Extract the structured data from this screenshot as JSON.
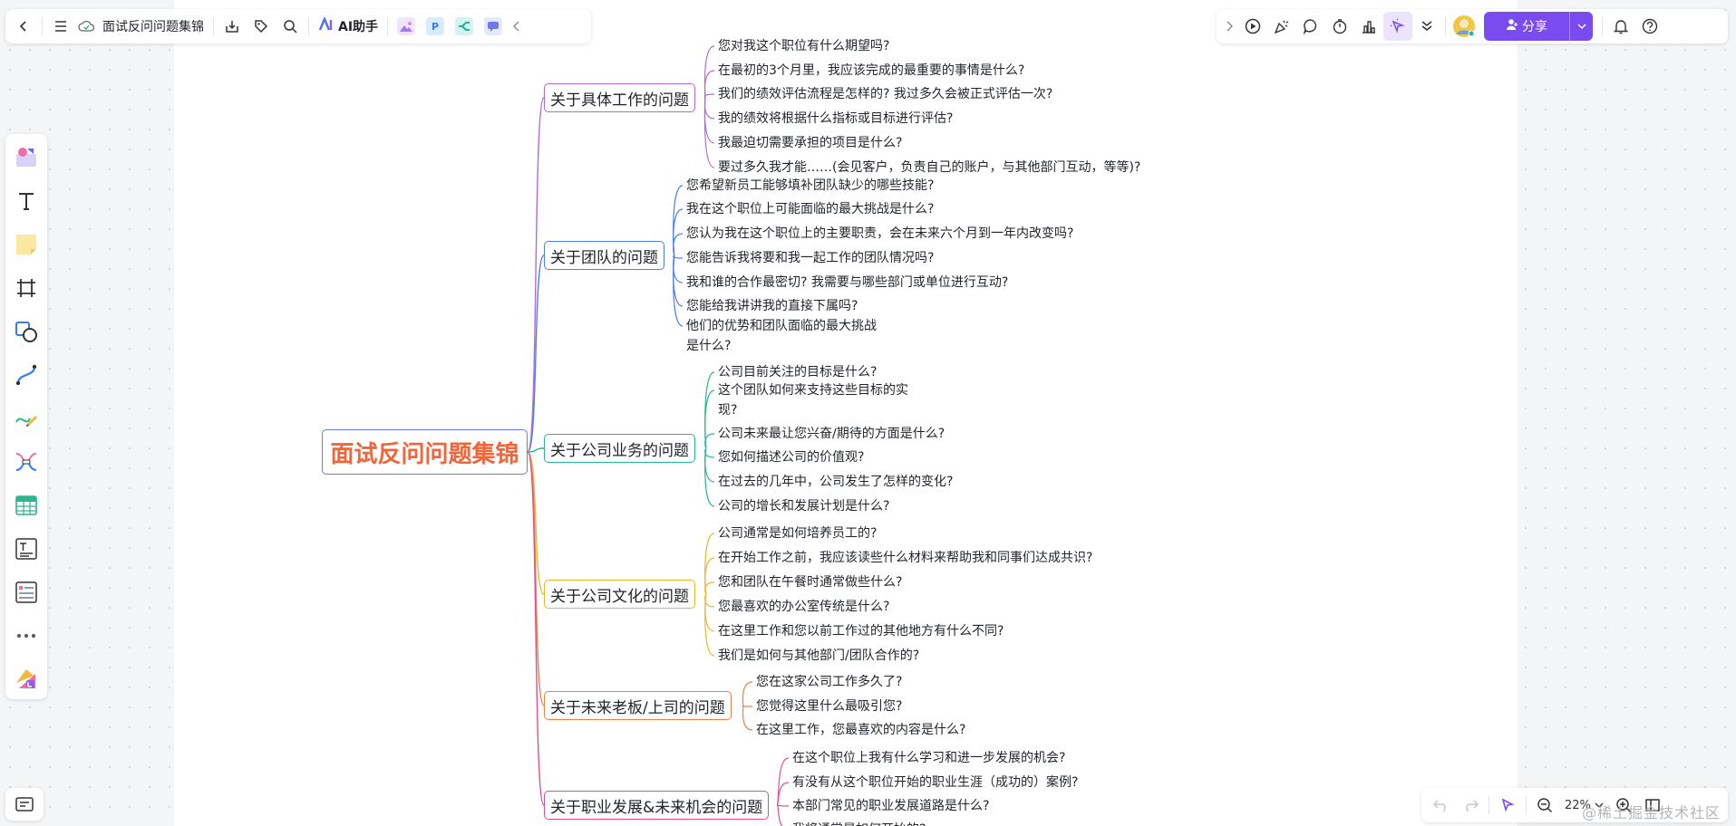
{
  "header": {
    "back_icon": "arrow-left-icon",
    "menu_icon": "hamburger-icon",
    "cloud_icon": "cloud-check-icon",
    "doc_title": "面试反问问题集锦",
    "ai_label": "AI助手",
    "ai_icon": "ai-sparkle-icon",
    "plugin_p": "P"
  },
  "right_toolbar": {
    "share_label": "分享",
    "share_icon": "person-add-icon",
    "accent": "#7a4cf0"
  },
  "zoom": {
    "value": "22%"
  },
  "watermark": "@稀土掘金技术社区",
  "mindmap": {
    "root": "面试反问问题集锦",
    "root_color": "#f0663a",
    "topics": [
      {
        "title": "关于具体工作的问题",
        "color": "#b36ad8",
        "items": [
          "您对我这个职位有什么期望吗?",
          "在最初的3个月里，我应该完成的最重要的事情是什么?",
          "我们的绩效评估流程是怎样的?  我过多久会被正式评估一次?",
          "我的绩效将根据什么指标或目标进行评估?",
          "我最迫切需要承担的项目是什么?",
          "要过多久我才能……(会见客户，负责自己的账户，与其他部门互动，等等)?"
        ]
      },
      {
        "title": "关于团队的问题",
        "color": "#4f7ee8",
        "items": [
          "您希望新员工能够填补团队缺少的哪些技能?",
          "我在这个职位上可能面临的最大挑战是什么?",
          "您认为我在这个职位上的主要职责，会在未来六个月到一年内改变吗?",
          "您能告诉我将要和我一起工作的团队情况吗?",
          "我和谁的合作最密切?  我需要与哪些部门或单位进行互动?",
          "您能给我讲讲我的直接下属吗?",
          "他们的优势和团队面临的最大挑战是什么?"
        ]
      },
      {
        "title": "关于公司业务的问题",
        "color": "#2ab68f",
        "items": [
          "公司目前关注的目标是什么?",
          "这个团队如何来支持这些目标的实现?",
          "公司未来最让您兴奋/期待的方面是什么?",
          "您如何描述公司的价值观?",
          "在过去的几年中，公司发生了怎样的变化?",
          "公司的增长和发展计划是什么?"
        ]
      },
      {
        "title": "关于公司文化的问题",
        "color": "#e8b92f",
        "items": [
          "公司通常是如何培养员工的?",
          "在开始工作之前，我应该读些什么材料来帮助我和同事们达成共识?",
          "您和团队在午餐时通常做些什么?",
          "您最喜欢的办公室传统是什么?",
          "在这里工作和您以前工作过的其他地方有什么不同?",
          "我们是如何与其他部门/团队合作的?"
        ]
      },
      {
        "title": "关于未来老板/上司的问题",
        "color": "#e8824a",
        "items": [
          "您在这家公司工作多久了?",
          "您觉得这里什么最吸引您?",
          "在这里工作，您最喜欢的内容是什么?"
        ]
      },
      {
        "title": "关于职业发展&未来机会的问题",
        "color": "#e04f8a",
        "items": [
          "在这个职位上我有什么学习和进一步发展的机会?",
          "有没有从这个职位开始的职业生涯（成功的）案例?",
          "本部门常见的职业发展道路是什么?",
          "我将通常是如何开始的?"
        ]
      }
    ]
  }
}
